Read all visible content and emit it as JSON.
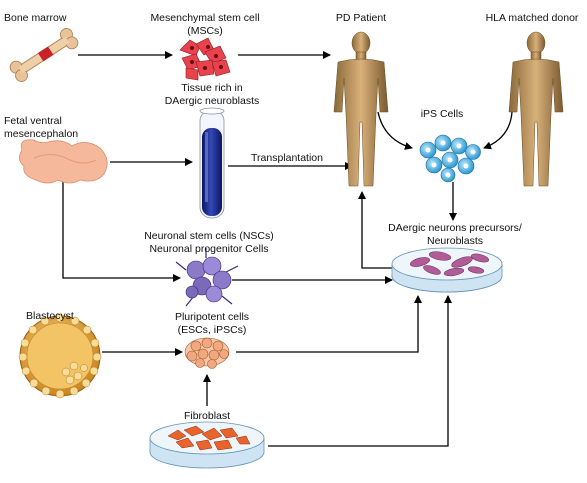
{
  "labels": {
    "bone_marrow": "Bone marrow",
    "msc_line1": "Mesenchymal stem cell",
    "msc_line2": "(MSCs)",
    "pd_patient": "PD Patient",
    "hla_donor": "HLA matched donor",
    "tissue_line1": "Tissue rich in",
    "tissue_line2": "DAergic neuroblasts",
    "fetal_line1": "Fetal ventral",
    "fetal_line2": "mesencephalon",
    "ips_cells": "iPS Cells",
    "transplantation": "Transplantation",
    "nsc_line1": "Neuronal stem cells (NSCs)",
    "nsc_line2": "Neuronal progenitor Cells",
    "daergic_line1": "DAergic neurons precursors/",
    "daergic_line2": "Neuroblasts",
    "blastocyst": "Blastocyst",
    "pluri_line1": "Pluripotent cells",
    "pluri_line2": "(ESCs, iPSCs)",
    "fibroblast": "Fibroblast"
  },
  "colors": {
    "skin": "#c8a06a",
    "bone": "#e8c39a",
    "tube_blue": "#1f2f8f",
    "msc_red": "#e8434c",
    "ips_blue": "#4ab3e0",
    "nsc_purple": "#8a7ac8",
    "blastocyst": "#e6a94a",
    "fibroblast": "#e8642c",
    "daergic_pink": "#b05c96"
  }
}
